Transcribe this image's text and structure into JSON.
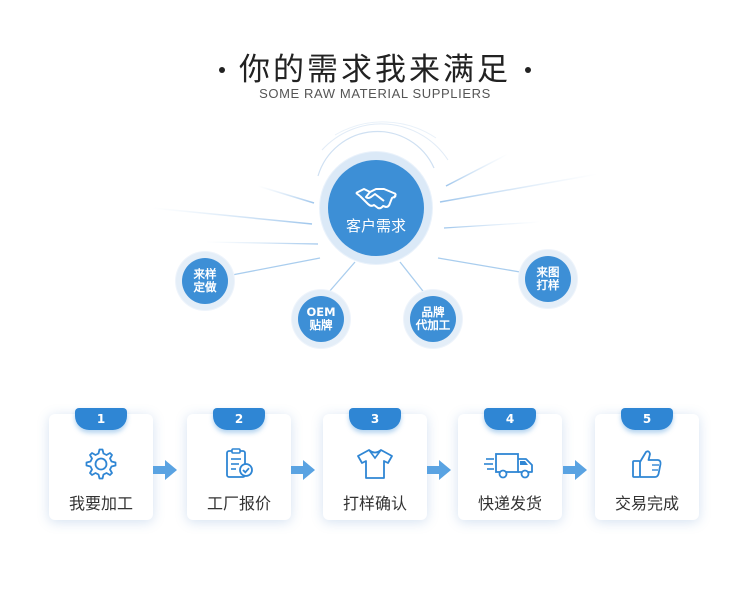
{
  "header": {
    "title": "你的需求我来满足",
    "subtitle": "SOME RAW MATERIAL SUPPLIERS"
  },
  "hub": {
    "center": "客户需求",
    "nodes": [
      {
        "line1": "来样",
        "line2": "定做"
      },
      {
        "line1": "OEM",
        "line2": "贴牌"
      },
      {
        "line1": "品牌",
        "line2": "代加工"
      },
      {
        "line1": "来图",
        "line2": "打样"
      }
    ]
  },
  "steps": [
    {
      "number": "1",
      "label": "我要加工",
      "icon": "gear-icon"
    },
    {
      "number": "2",
      "label": "工厂报价",
      "icon": "clipboard-check-icon"
    },
    {
      "number": "3",
      "label": "打样确认",
      "icon": "tshirt-icon"
    },
    {
      "number": "4",
      "label": "快递发货",
      "icon": "delivery-truck-icon"
    },
    {
      "number": "5",
      "label": "交易完成",
      "icon": "thumbs-up-icon"
    }
  ],
  "colors": {
    "accent": "#3d8fd6",
    "tab": "#2f86d4",
    "ring": "#e4eef8",
    "text": "#333333"
  }
}
